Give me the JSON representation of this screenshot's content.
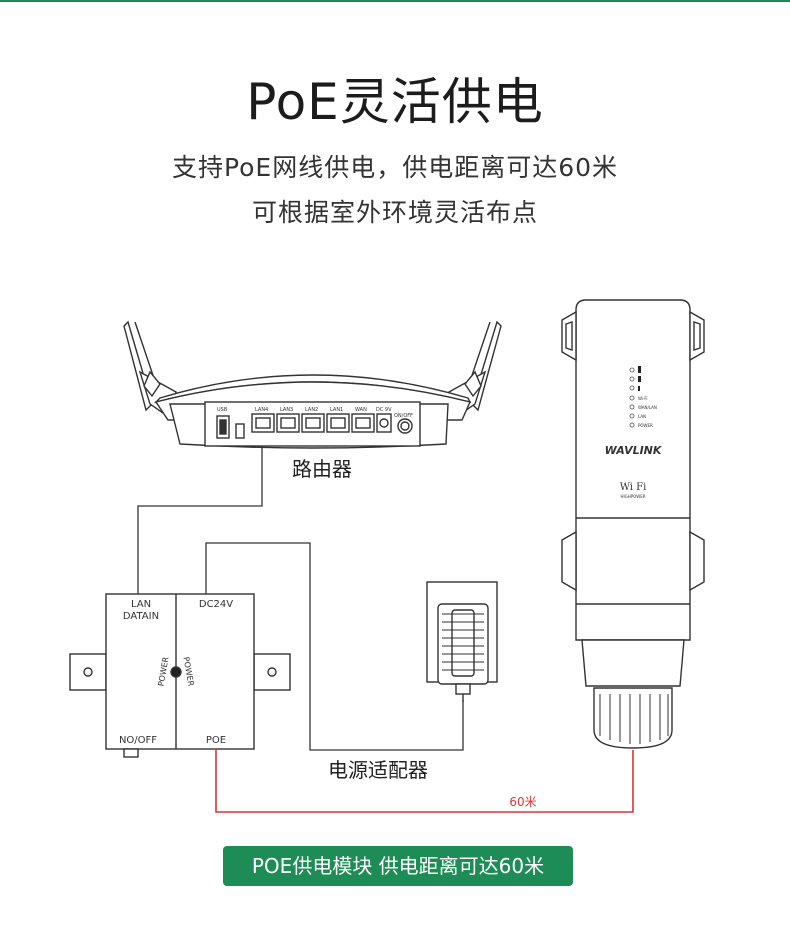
{
  "title": "PoE灵活供电",
  "subtitle_line1": "支持PoE网线供电，供电距离可达60米",
  "subtitle_line2": "可根据室外环境灵活布点",
  "labels": {
    "router": "路由器",
    "adapter": "电源适配器",
    "distance": "60米"
  },
  "router_ports": {
    "usb": "USB",
    "lan4": "LAN4",
    "lan3": "LAN3",
    "lan2": "LAN2",
    "lan1": "LAN1",
    "wan": "WAN",
    "dc": "DC 9V",
    "power": "ON/OFF"
  },
  "poe_module": {
    "lan_line1": "LAN",
    "lan_line2": "DATAIN",
    "dc": "DC24V",
    "power_left": "POWER",
    "power_right": "POWER",
    "switch": "NO/OFF",
    "poe": "POE"
  },
  "ap_device": {
    "brand": "WAVLINK",
    "wifi": "Wi Fi",
    "wifi_sub": "HIGHPOWER",
    "leds": [
      "Wi-Fi",
      "WAN/LAN",
      "LAN",
      "POWER"
    ]
  },
  "caption": "POE供电模块  供电距离可达60米",
  "colors": {
    "accent": "#1e8c56",
    "poe_cable": "#d9343a",
    "line": "#333333"
  }
}
